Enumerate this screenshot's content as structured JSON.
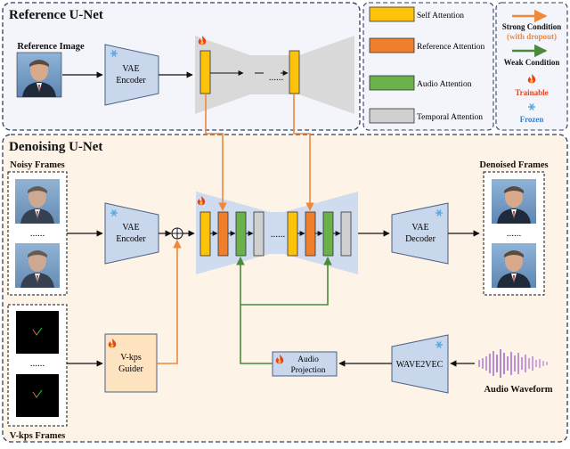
{
  "sections": {
    "reference": "Reference U-Net",
    "denoising": "Denoising U-Net"
  },
  "labels": {
    "reference_image": "Reference Image",
    "noisy_frames": "Noisy Frames",
    "denoised_frames": "Denoised Frames",
    "vkps_frames": "V-kps Frames",
    "audio_waveform": "Audio Waveform",
    "ellipsis": "......"
  },
  "blocks": {
    "vae_encoder_ref": [
      "VAE",
      "Encoder"
    ],
    "vae_encoder_den": [
      "VAE",
      "Encoder"
    ],
    "vae_decoder": [
      "VAE",
      "Decoder"
    ],
    "vkps_guider": [
      "V-kps",
      "Guider"
    ],
    "audio_projection": [
      "Audio",
      "Projection"
    ],
    "wave2vec": "WAVE2VEC"
  },
  "legend": {
    "self_attention": "Self Attention",
    "reference_attention": "Reference Attention",
    "audio_attention": "Audio Attention",
    "temporal_attention": "Temporal Attention",
    "strong_condition": "Strong Condition",
    "with_dropout": "(with dropout)",
    "weak_condition": "Weak Condition",
    "trainable": "Trainable",
    "frozen": "Frozen"
  },
  "colors": {
    "self_attention": "#fdc20a",
    "reference_attention": "#f07f2c",
    "audio_attention": "#6ab14a",
    "temporal_attention": "#d0d0d0",
    "strong_arrow": "#f0883a",
    "weak_arrow": "#4b8a3d",
    "ref_bg": "#f3f5fb",
    "den_bg": "#fdf3e6",
    "block_fill": "#c9d7ec",
    "block_stroke": "#4a5f87",
    "unet_ref": "#d9d9d9",
    "unet_den": "#cfdcef",
    "guider_fill": "#fde3c0",
    "frozen_icon": "#55a8e0",
    "trainable_icon": "#e8401c"
  },
  "icons": {
    "trainable": "fire-icon",
    "frozen": "snowflake-icon"
  }
}
